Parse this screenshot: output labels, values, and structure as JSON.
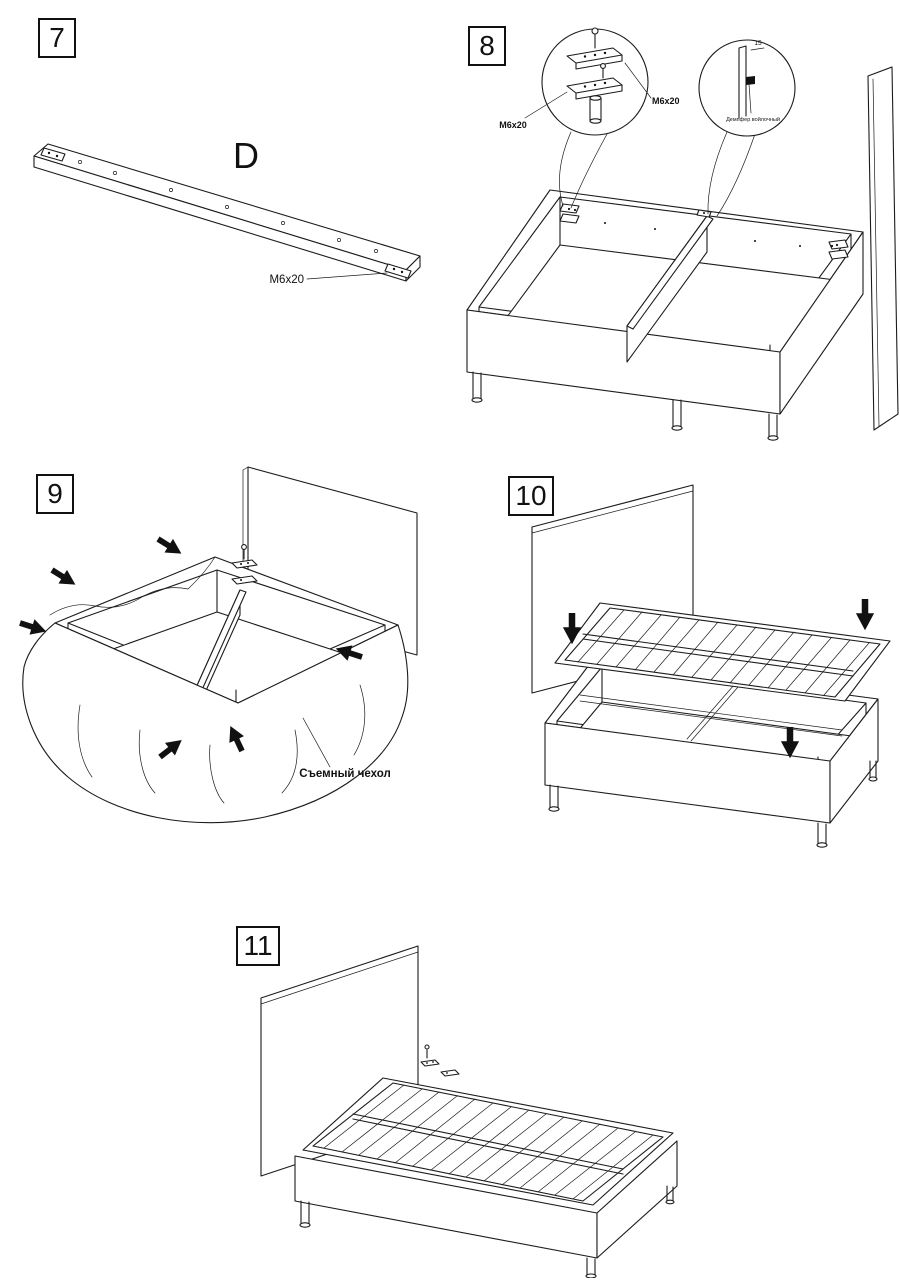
{
  "page": {
    "background_color": "#ffffff",
    "line_color": "#1c1c1c"
  },
  "steps": {
    "step7": {
      "number": "7",
      "part_label": "D",
      "hardware_label": "M6x20"
    },
    "step8": {
      "number": "8",
      "hardware_label_left": "М6х20",
      "hardware_label_right": "М6х20",
      "dimension_label": "15",
      "damper_label": "Демпфер войлочный"
    },
    "step9": {
      "number": "9",
      "cover_label": "Съемный чехол"
    },
    "step10": {
      "number": "10"
    },
    "step11": {
      "number": "11"
    }
  }
}
